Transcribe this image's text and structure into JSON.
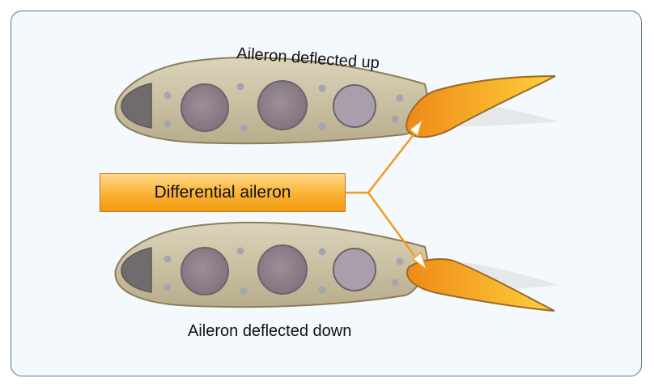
{
  "diagram": {
    "top_label": "Aileron deflected up",
    "bottom_label": "Aileron deflected down",
    "callout": "Differential aileron"
  },
  "colors": {
    "background": "#f4f9fd",
    "border": "#5d7385",
    "wing_fill": "#c7bd9f",
    "wing_stroke": "#8b7e58",
    "aileron_fill": "#f59a1e",
    "callout_line": "#f19a22"
  }
}
